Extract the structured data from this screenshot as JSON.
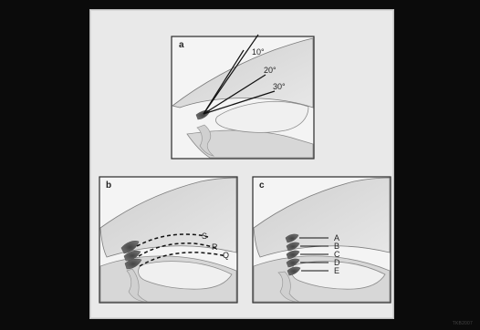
{
  "panels": {
    "a": {
      "label": "a",
      "angles": [
        "10°",
        "20°",
        "30°"
      ]
    },
    "b": {
      "label": "b",
      "paths": [
        "S",
        "R",
        "Q"
      ]
    },
    "c": {
      "label": "c",
      "markers": [
        "A",
        "B",
        "C",
        "D",
        "E"
      ]
    }
  },
  "credit": "TKB2007"
}
